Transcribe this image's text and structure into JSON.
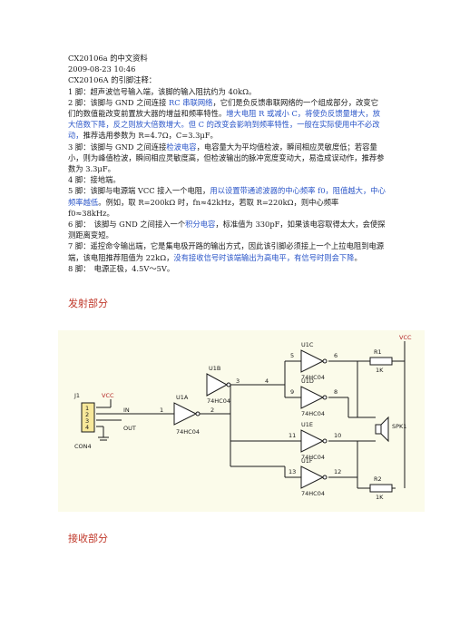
{
  "doc": {
    "title": "CX20106a 的中文资料",
    "date": "2009-08-23 10:46",
    "pin_intro": "CX20106A 的引脚注释：",
    "pin1": "1 脚：超声波信号输入端，该脚的输入阻抗约为 40kΩ。",
    "pin2_a": "2 脚：该脚与 GND 之间连接 ",
    "pin2_b": "RC 串联网络",
    "pin2_c": "，它们是负反馈串联网络的一个组成部分，改变它们的数值能改变前置放大器的增益和频率特性。",
    "pin2_d": "增大电阻 R 或减小 C，将使负反馈量增大，放大倍数下降，反之则放大倍数增大。但 C 的改变会影响到频率特性，一般在实际使用中不必改动，",
    "pin2_e": "推荐选用参数为 R=4.7Ω，C=3.3μF。",
    "pin3_a": "3 脚：该脚与 GND 之间连接",
    "pin3_b": "检波电容",
    "pin3_c": "，电容量大为平均值检波，瞬间相应灵敏度低；若容量小，则为峰值检波，瞬间相应灵敏度高，但检波输出的脉冲宽度变动大，易造成误动作，推荐参数为 3.3μF。",
    "pin4": "4 脚：接地端。",
    "pin5_a": "5 脚：该脚与电源端 VCC 接入一个电阻，",
    "pin5_b": "用以设置带通滤波器的中心频率 f0，阻值越大，中心频率越低",
    "pin5_c": "。例如，取 R=200kΩ 时，fn≈42kHz，若取 R=220kΩ，则中心频率 f0≈38kHz。",
    "pin6_a": "6 脚：　该脚与 GND 之间接入一个",
    "pin6_b": "积分电容",
    "pin6_c": "，标准值为 330pF，如果该电容取得太大，会使探测距离变短。",
    "pin7_a": "7 脚：遥控命令输出端，它是集电极开路的输出方式，因此该引脚必须接上一个上拉电阻到电源端，该电阻推荐阻值为 22kΩ，",
    "pin7_b": "没有接收信号时该端输出为高电平，有信号时则会下降",
    "pin7_c": "。",
    "pin8": "8 脚：　电源正极，4.5V～5V。",
    "section_tx": "发射部分",
    "section_rx": "接收部分"
  },
  "schematic": {
    "vcc": "VCC",
    "j1": "J1",
    "j1_vcc": "VCC",
    "in": "IN",
    "out": "OUT",
    "connector": "CON4",
    "connector_pins": [
      "1",
      "2",
      "3",
      "4"
    ],
    "gates": [
      {
        "name": "U1A",
        "part": "74HC04",
        "in": "1",
        "out": "2"
      },
      {
        "name": "U1B",
        "part": "74HC04",
        "in": "3",
        "out": "4"
      },
      {
        "name": "U1C",
        "part": "74HC04",
        "in": "5",
        "out": "6"
      },
      {
        "name": "U1D",
        "part": "74HC04",
        "in": "9",
        "out": "8"
      },
      {
        "name": "U1E",
        "part": "74HC04",
        "in": "11",
        "out": "10"
      },
      {
        "name": "U1F",
        "part": "74HC04",
        "in": "13",
        "out": "12"
      }
    ],
    "r1": "R1",
    "r1_val": "1K",
    "r2": "R2",
    "r2_val": "1K",
    "spk": "SPK1"
  }
}
